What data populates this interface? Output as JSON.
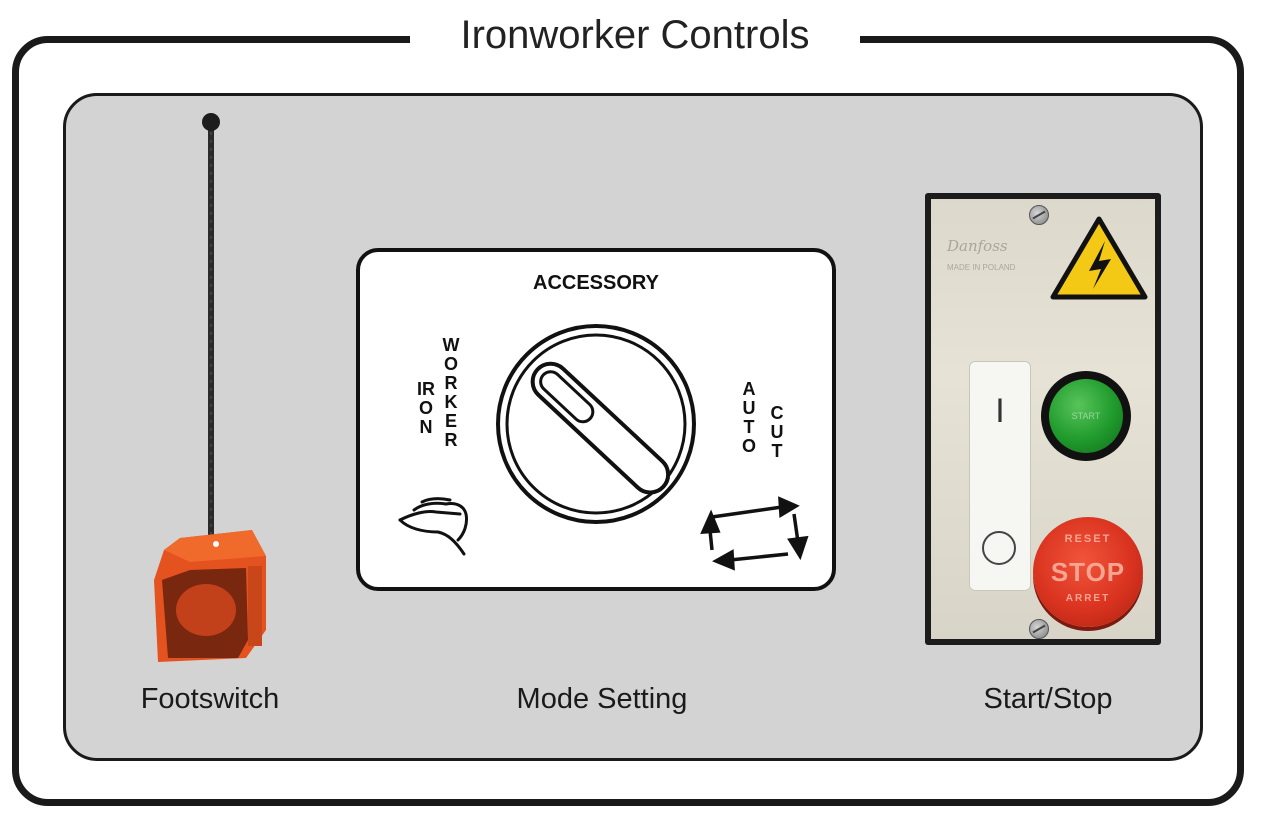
{
  "title": "Ironworker Controls",
  "sections": {
    "footswitch": {
      "caption": "Footswitch"
    },
    "mode_setting": {
      "caption": "Mode Setting",
      "plate_heading": "ACCESSORY",
      "left_word_1": "IRON",
      "left_word_2": "WORKER",
      "right_word_1": "AUTO",
      "right_word_2": "CUT",
      "left_icon": "hand-icon",
      "right_icon": "cycle-arrows-icon"
    },
    "start_stop": {
      "caption": "Start/Stop",
      "brand": "Danfoss",
      "brand_sub": "MADE IN POLAND",
      "rocker_on_symbol": "I",
      "start_button_text": "START",
      "stop_button_text": "STOP",
      "stop_top_text": "RESET",
      "stop_bottom_text": "ARRET",
      "warning_icon": "high-voltage-icon"
    }
  },
  "colors": {
    "panel": "#d3d3d4",
    "footswitch_orange": "#e8501c",
    "start_green": "#1f9a2c",
    "stop_red": "#d93320",
    "warning_yellow": "#f4c915"
  }
}
